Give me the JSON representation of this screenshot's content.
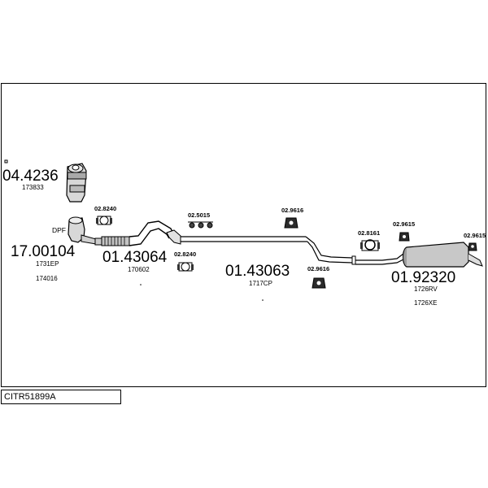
{
  "diagram_code": "CITR51899A",
  "parts": {
    "catalyst": {
      "part_no": "04.4236",
      "ref": "173833"
    },
    "dpf": {
      "label": "DPF",
      "part_no": "17.00104",
      "refs": [
        "1731EP",
        "174016"
      ]
    },
    "front_pipe": {
      "part_no": "01.43064",
      "ref": "170602"
    },
    "middle_pipe": {
      "part_no": "01.43063",
      "ref": "1717CP"
    },
    "rear_silencer": {
      "part_no": "01.92320",
      "refs": [
        "1726RV",
        "1726XE"
      ]
    }
  },
  "fittings": {
    "clamp_a_top": "02.8240",
    "clamp_a_bottom": "02.8240",
    "hanger_set": "02.5015",
    "mount_a": "02.9616",
    "mount_b": "02.9616",
    "clamp_b": "02.8161",
    "mount_c": "02.9615",
    "mount_d": "02.9615"
  }
}
